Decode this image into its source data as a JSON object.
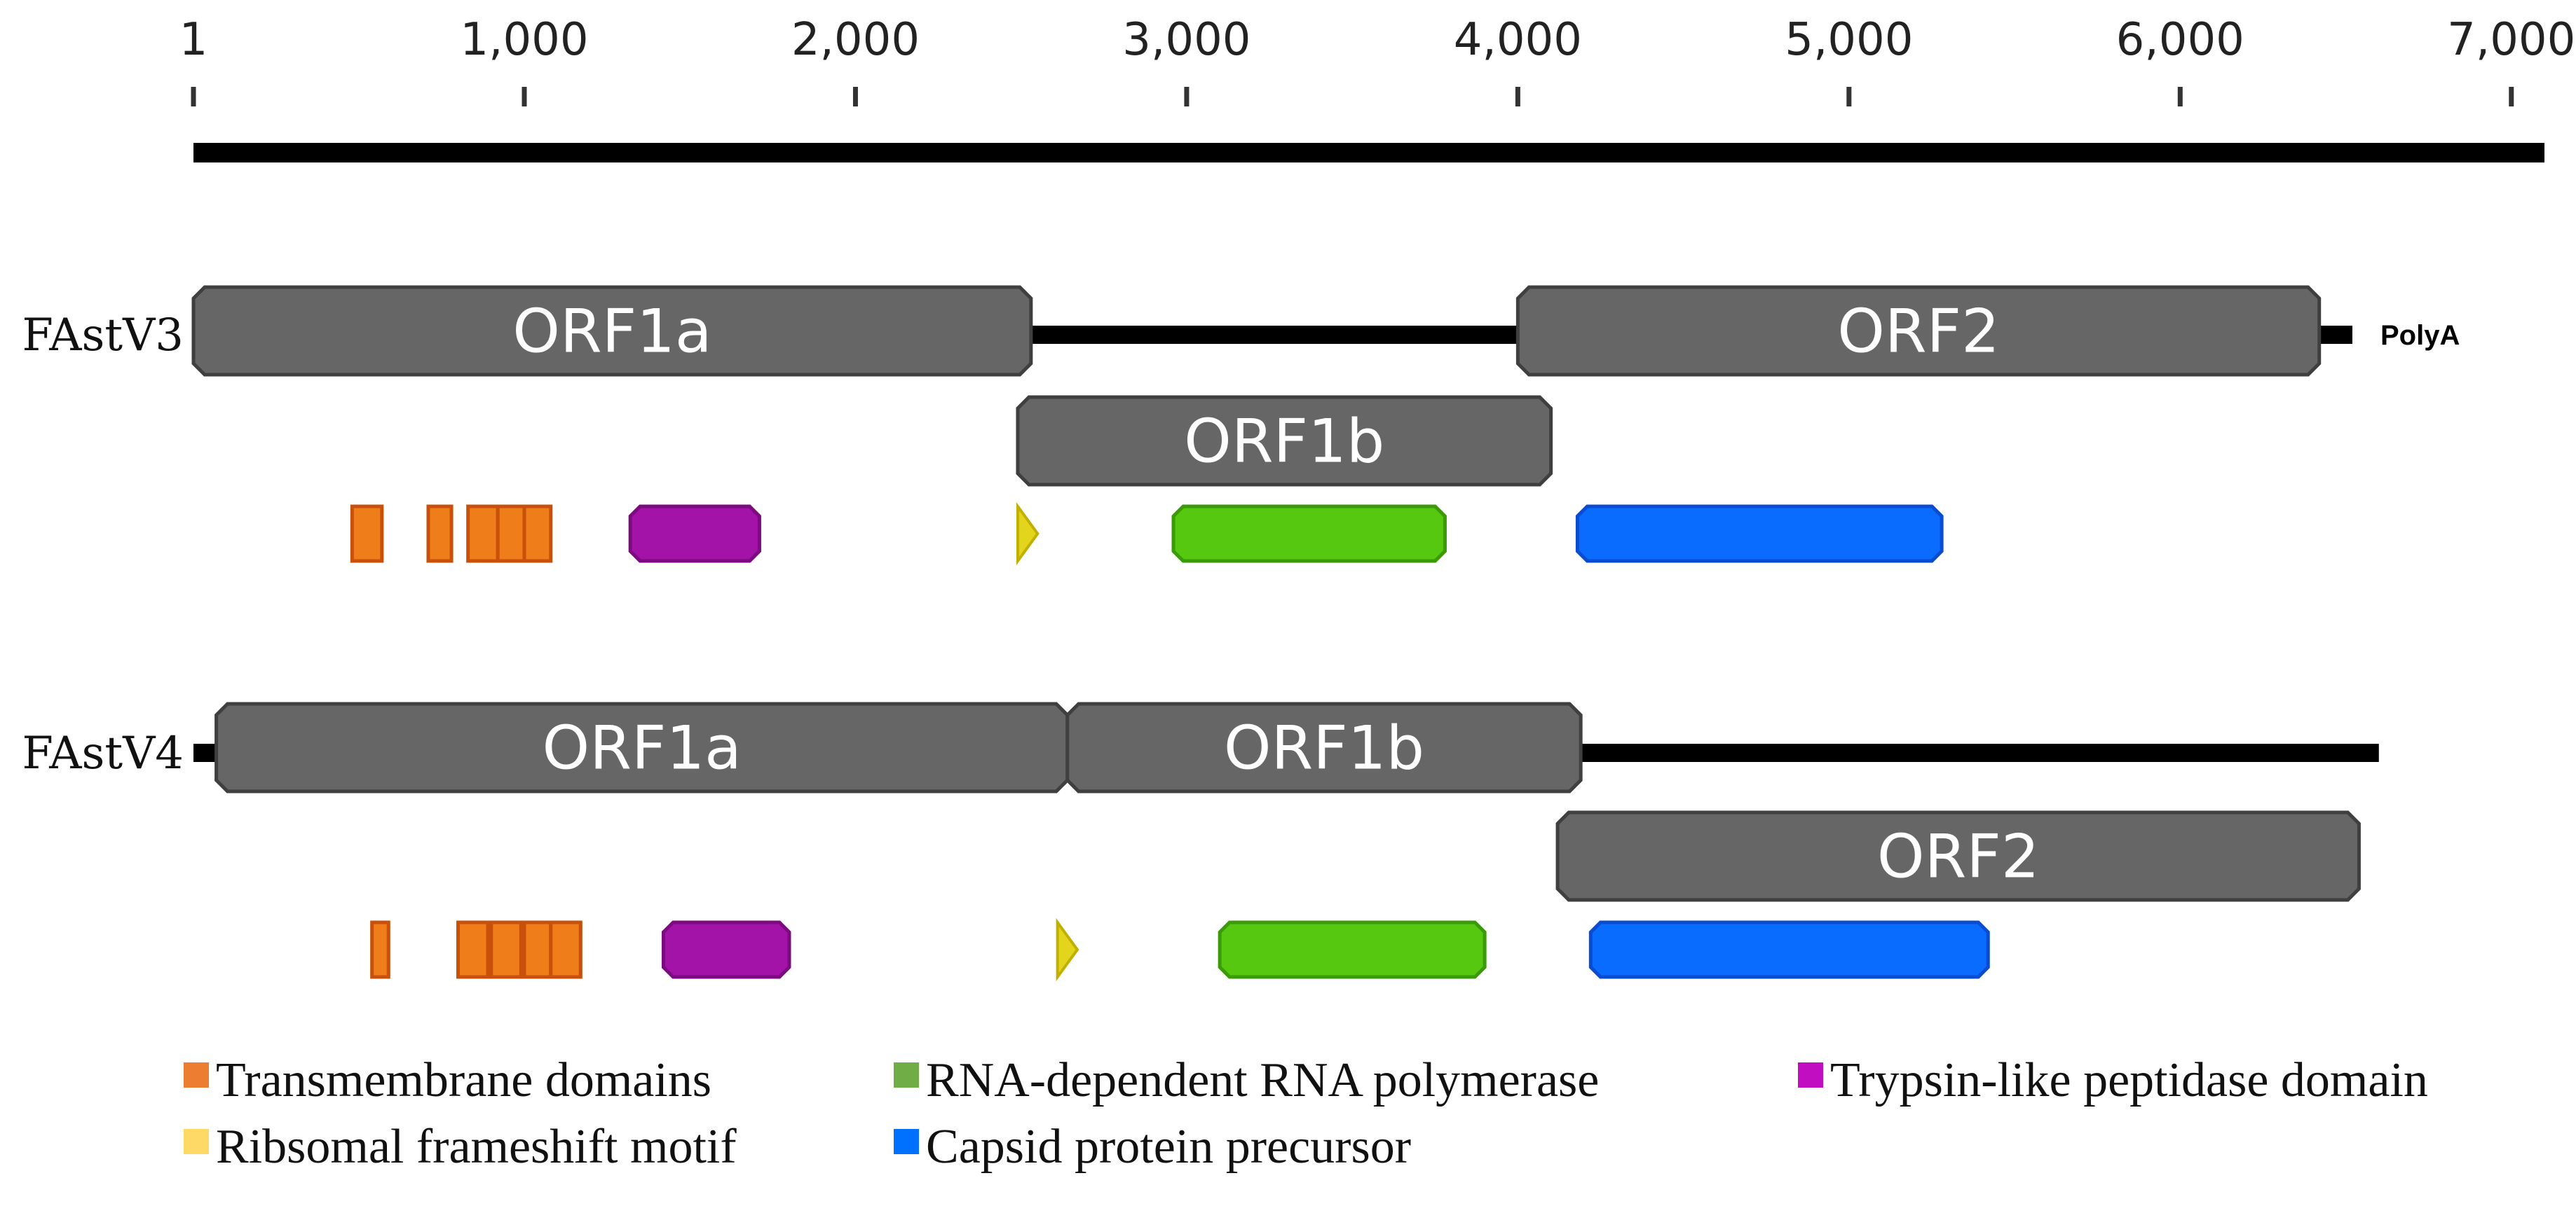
{
  "scale": {
    "min": 1,
    "max": 7100,
    "ticks": [
      {
        "value": 1,
        "label": "1"
      },
      {
        "value": 1000,
        "label": "1,000"
      },
      {
        "value": 2000,
        "label": "2,000"
      },
      {
        "value": 3000,
        "label": "3,000"
      },
      {
        "value": 4000,
        "label": "4,000"
      },
      {
        "value": 5000,
        "label": "5,000"
      },
      {
        "value": 6000,
        "label": "6,000"
      },
      {
        "value": 7000,
        "label": "7,000"
      }
    ]
  },
  "genomes": [
    {
      "name": "FAstV3",
      "length": 6520,
      "tail_label": "PolyA",
      "orfs": [
        {
          "label": "ORF1a",
          "start": 1,
          "end": 2530,
          "row": 0
        },
        {
          "label": "ORF2",
          "start": 4000,
          "end": 6420,
          "row": 0
        },
        {
          "label": "ORF1b",
          "start": 2490,
          "end": 4100,
          "row": 1
        }
      ],
      "features": [
        {
          "type": "transmembrane",
          "start": 480,
          "end": 570
        },
        {
          "type": "transmembrane",
          "start": 710,
          "end": 780
        },
        {
          "type": "transmembrane",
          "start": 830,
          "end": 920
        },
        {
          "type": "transmembrane",
          "start": 920,
          "end": 1000
        },
        {
          "type": "transmembrane",
          "start": 1000,
          "end": 1080
        },
        {
          "type": "peptidase",
          "start": 1320,
          "end": 1710
        },
        {
          "type": "frameshift",
          "start": 2490,
          "end": 2550
        },
        {
          "type": "rdrp",
          "start": 2960,
          "end": 3780
        },
        {
          "type": "capsid",
          "start": 4180,
          "end": 5280
        }
      ]
    },
    {
      "name": "FAstV4",
      "length": 6600,
      "tail_label": "",
      "orfs": [
        {
          "label": "ORF1a",
          "start": 70,
          "end": 2640,
          "row": 0
        },
        {
          "label": "ORF1b",
          "start": 2640,
          "end": 4190,
          "row": 0
        },
        {
          "label": "ORF2",
          "start": 4120,
          "end": 6540,
          "row": 1
        }
      ],
      "features": [
        {
          "type": "transmembrane",
          "start": 540,
          "end": 590
        },
        {
          "type": "transmembrane",
          "start": 800,
          "end": 890
        },
        {
          "type": "transmembrane",
          "start": 900,
          "end": 990
        },
        {
          "type": "transmembrane",
          "start": 1000,
          "end": 1080
        },
        {
          "type": "transmembrane",
          "start": 1080,
          "end": 1170
        },
        {
          "type": "peptidase",
          "start": 1420,
          "end": 1800
        },
        {
          "type": "frameshift",
          "start": 2610,
          "end": 2670
        },
        {
          "type": "rdrp",
          "start": 3100,
          "end": 3900
        },
        {
          "type": "capsid",
          "start": 4220,
          "end": 5420
        }
      ]
    }
  ],
  "legend": [
    {
      "type": "transmembrane",
      "label": "Transmembrane domains",
      "swatch": "#ed7d31"
    },
    {
      "type": "rdrp",
      "label": "RNA-dependent RNA polymerase",
      "swatch": "#70ad47"
    },
    {
      "type": "peptidase",
      "label": "Trypsin-like peptidase domain",
      "swatch": "#c00ec0"
    },
    {
      "type": "frameshift",
      "label": "Ribsomal frameshift motif",
      "swatch": "#ffd966"
    },
    {
      "type": "capsid",
      "label": "Capsid protein precursor",
      "swatch": "#0070ff"
    }
  ],
  "colors": {
    "orf_fill": "#666666",
    "orf_stroke": "#3f3f3f",
    "line": "#000000",
    "transmembrane": {
      "fill": "#ef7d1a",
      "stroke": "#c8500a"
    },
    "peptidase": {
      "fill": "#a313a8",
      "stroke": "#7c0a80"
    },
    "frameshift": {
      "fill": "#e3d51c",
      "stroke": "#c2b000"
    },
    "rdrp": {
      "fill": "#55c80f",
      "stroke": "#3a9a08"
    },
    "capsid": {
      "fill": "#0a6cff",
      "stroke": "#0a4cd0"
    }
  }
}
